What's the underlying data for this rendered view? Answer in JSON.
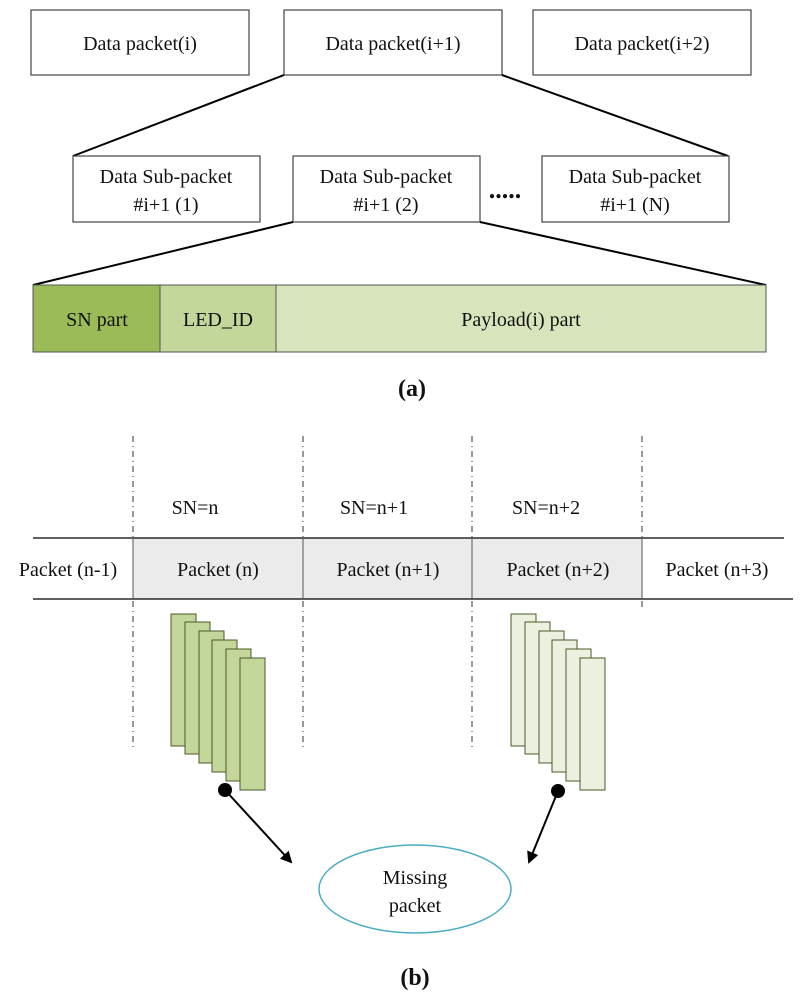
{
  "part_a": {
    "packets": [
      "Data packet(i)",
      "Data packet(i+1)",
      "Data packet(i+2)"
    ],
    "subpackets": [
      {
        "line1": "Data Sub-packet",
        "line2": "#i+1 (1)"
      },
      {
        "line1": "Data Sub-packet",
        "line2": "#i+1 (2)"
      },
      {
        "line1": "Data Sub-packet",
        "line2": "#i+1 (N)"
      }
    ],
    "ellipsis": ".....",
    "fields": {
      "sn": "SN part",
      "led": "LED_ID",
      "payload": "Payload(i) part"
    },
    "caption": "(a)"
  },
  "part_b": {
    "sn_labels": [
      "SN=n",
      "SN=n+1",
      "SN=n+2"
    ],
    "packets": [
      "Packet (n-1)",
      "Packet (n)",
      "Packet (n+1)",
      "Packet (n+2)",
      "Packet (n+3)"
    ],
    "missing_line1": "Missing",
    "missing_line2": "packet",
    "caption": "(b)"
  },
  "colors": {
    "sn_part": "#9bbb59",
    "led_id": "#c4d79b",
    "payload": "#d8e4bc",
    "timeline_fill": "#ebebeb",
    "stack_dark": "#c4d79b",
    "stack_light": "#ebf1de",
    "ellipse_stroke": "#4bacc6"
  }
}
